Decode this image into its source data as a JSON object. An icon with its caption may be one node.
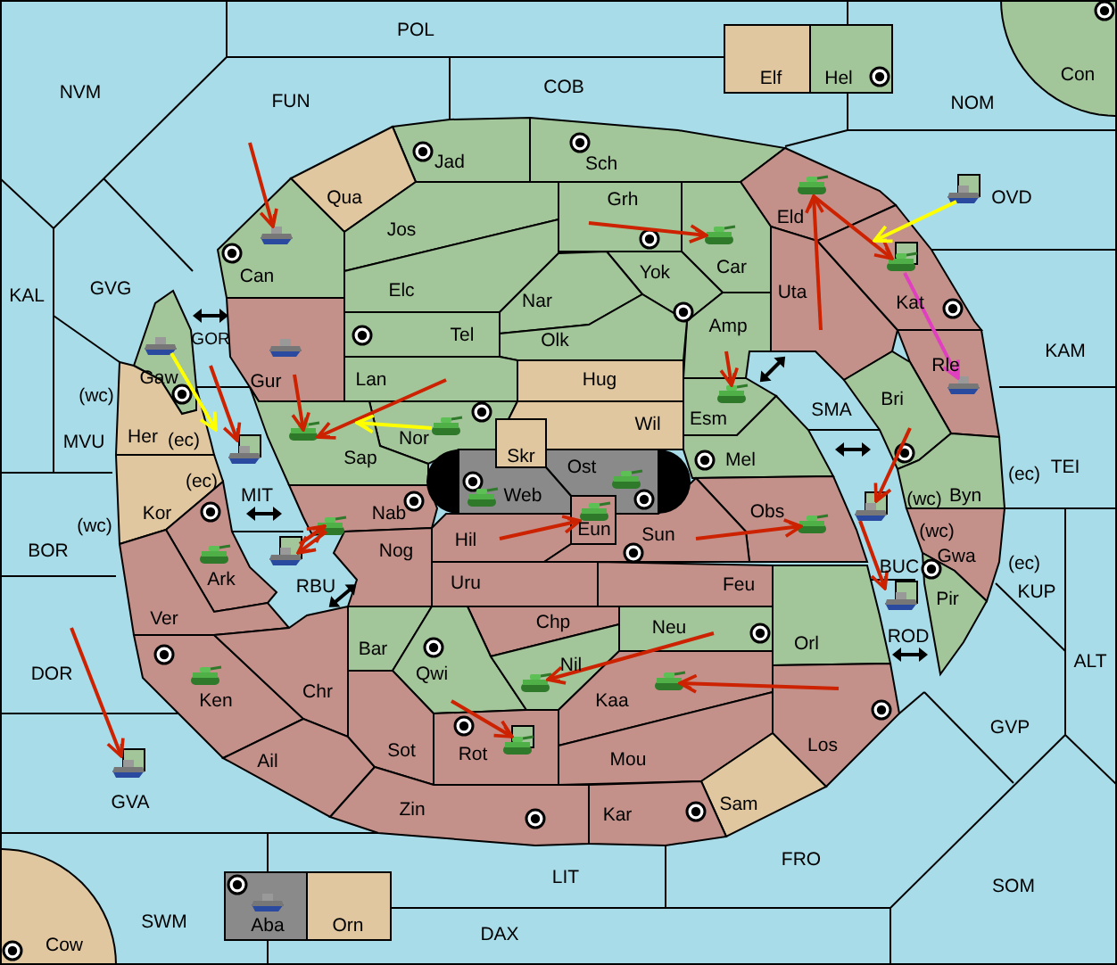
{
  "diagram": {
    "nodes": [
      {
        "text": [
          "POL"
        ]
      },
      {
        "text": [
          "Elf"
        ]
      },
      {
        "text": [
          "Hel"
        ]
      },
      {
        "text": [
          "Con"
        ]
      },
      {
        "text": [
          "NVM"
        ]
      },
      {
        "text": [
          "FUN"
        ]
      },
      {
        "text": [
          "COB"
        ]
      },
      {
        "text": [
          "NOM"
        ]
      },
      {
        "text": [
          "Jad"
        ]
      },
      {
        "text": [
          "Qua"
        ]
      },
      {
        "text": [
          "Sch"
        ]
      },
      {
        "text": [
          "OVD"
        ]
      },
      {
        "text": [
          "Grh"
        ]
      },
      {
        "text": [
          "Jos"
        ]
      },
      {
        "text": [
          "Eld"
        ]
      },
      {
        "text": [
          "Can"
        ]
      },
      {
        "text": [
          "KAL"
        ]
      },
      {
        "text": [
          "GVG"
        ]
      },
      {
        "text": [
          "Car"
        ]
      },
      {
        "text": [
          "Elc"
        ]
      },
      {
        "text": [
          "Yok"
        ]
      },
      {
        "text": [
          "Uta"
        ]
      },
      {
        "text": [
          "Nar"
        ]
      },
      {
        "text": [
          "Kat"
        ]
      },
      {
        "text": [
          "Amp"
        ]
      },
      {
        "text": [
          "GOR"
        ]
      },
      {
        "text": [
          "Tel"
        ]
      },
      {
        "text": [
          "Olk"
        ]
      },
      {
        "text": [
          "Rle"
        ]
      },
      {
        "text": [
          "KAM"
        ]
      },
      {
        "text": [
          "Gaw"
        ]
      },
      {
        "text": [
          "Gur"
        ]
      },
      {
        "text": [
          "Lan"
        ]
      },
      {
        "text": [
          "Hug"
        ]
      },
      {
        "text": [
          "Esm"
        ]
      },
      {
        "text": [
          "Bri"
        ]
      },
      {
        "text": [
          "SMA"
        ]
      },
      {
        "text": [
          "Her"
        ]
      },
      {
        "text": [
          "MVU"
        ]
      },
      {
        "text": [
          "Nor"
        ]
      },
      {
        "text": [
          "Sap"
        ]
      },
      {
        "text": [
          "Wil"
        ]
      },
      {
        "text": [
          "Skr"
        ]
      },
      {
        "text": [
          "Mel"
        ]
      },
      {
        "text": [
          "TEI"
        ]
      },
      {
        "text": [
          "Ost"
        ]
      },
      {
        "text": [
          "Web"
        ]
      },
      {
        "text": [
          "Byn"
        ]
      },
      {
        "text": [
          "Kor"
        ]
      },
      {
        "text": [
          "MIT"
        ]
      },
      {
        "text": [
          "Nab"
        ]
      },
      {
        "text": [
          "Obs"
        ]
      },
      {
        "text": [
          "Eun"
        ]
      },
      {
        "text": [
          "Hil"
        ]
      },
      {
        "text": [
          "Sun"
        ]
      },
      {
        "text": [
          "BUC"
        ]
      },
      {
        "text": [
          "BOR"
        ]
      },
      {
        "text": [
          "Nog"
        ]
      },
      {
        "text": [
          "Ark"
        ]
      },
      {
        "text": [
          "Gwa"
        ]
      },
      {
        "text": [
          "Uru"
        ]
      },
      {
        "text": [
          "Feu"
        ]
      },
      {
        "text": [
          "Pir"
        ]
      },
      {
        "text": [
          "KUP"
        ]
      },
      {
        "text": [
          "Ver"
        ]
      },
      {
        "text": [
          "Chp"
        ]
      },
      {
        "text": [
          "Neu"
        ]
      },
      {
        "text": [
          "RBU"
        ]
      },
      {
        "text": [
          "DOR"
        ]
      },
      {
        "text": [
          "Bar"
        ]
      },
      {
        "text": [
          "Qwi"
        ]
      },
      {
        "text": [
          "Orl"
        ]
      },
      {
        "text": [
          "Nil"
        ]
      },
      {
        "text": [
          "ROD"
        ]
      },
      {
        "text": [
          "ALT"
        ]
      },
      {
        "text": [
          "Ken"
        ]
      },
      {
        "text": [
          "Chr"
        ]
      },
      {
        "text": [
          "Kaa"
        ]
      },
      {
        "text": [
          "Los"
        ]
      },
      {
        "text": [
          "GVP"
        ]
      },
      {
        "text": [
          "Rot"
        ]
      },
      {
        "text": [
          "Ail"
        ]
      },
      {
        "text": [
          "Mou"
        ]
      },
      {
        "text": [
          "Sot"
        ]
      },
      {
        "text": [
          "GVA"
        ]
      },
      {
        "text": [
          "Zin"
        ]
      },
      {
        "text": [
          "Sam"
        ]
      },
      {
        "text": [
          "Kar"
        ]
      },
      {
        "text": [
          "FRO"
        ]
      },
      {
        "text": [
          "LIT"
        ]
      },
      {
        "text": [
          "SOM"
        ]
      },
      {
        "text": [
          "SWM"
        ]
      },
      {
        "text": [
          "Aba"
        ]
      },
      {
        "text": [
          "Orn"
        ]
      },
      {
        "text": [
          "DAX"
        ]
      },
      {
        "text": [
          "Cow"
        ]
      }
    ],
    "edges": [
      {
        "from": 5,
        "to": 15,
        "arrow": "to"
      },
      {
        "from": 12,
        "to": 18,
        "arrow": "to"
      },
      {
        "from": 14,
        "to": 23,
        "arrow": "to"
      },
      {
        "from": 21,
        "to": 14,
        "arrow": "to"
      },
      {
        "from": 11,
        "to": 23,
        "arrow": "to",
        "color": "#ffff00"
      },
      {
        "from": 23,
        "to": 28,
        "arrow": "to",
        "color": "#e040c0"
      },
      {
        "from": 30,
        "to": 49,
        "arrow": "to",
        "color": "#ffff00"
      },
      {
        "from": 25,
        "to": 49,
        "arrow": "to"
      },
      {
        "from": 31,
        "to": 40,
        "arrow": "to"
      },
      {
        "from": 32,
        "to": 40,
        "arrow": "to"
      },
      {
        "from": 39,
        "to": 40,
        "arrow": "to",
        "color": "#ffff00"
      },
      {
        "from": 24,
        "to": 34,
        "arrow": "to"
      },
      {
        "from": 35,
        "to": 55,
        "arrow": "to"
      },
      {
        "from": 55,
        "to": 73,
        "arrow": "to"
      },
      {
        "from": 67,
        "to": 50,
        "arrow": "to"
      },
      {
        "from": 50,
        "to": 67,
        "arrow": "to"
      },
      {
        "from": 53,
        "to": 52,
        "arrow": "to"
      },
      {
        "from": 54,
        "to": 51,
        "arrow": "to"
      },
      {
        "from": 66,
        "to": 72,
        "arrow": "to"
      },
      {
        "from": 78,
        "to": 77,
        "arrow": "to"
      },
      {
        "from": 70,
        "to": 80,
        "arrow": "to"
      },
      {
        "from": 68,
        "to": 84,
        "arrow": "to"
      }
    ],
    "labels": [
      "(wc)",
      "(ec)",
      "(ec)",
      "(wc)",
      "(ec)",
      "(wc)",
      "(wc)",
      "(ec)"
    ]
  }
}
